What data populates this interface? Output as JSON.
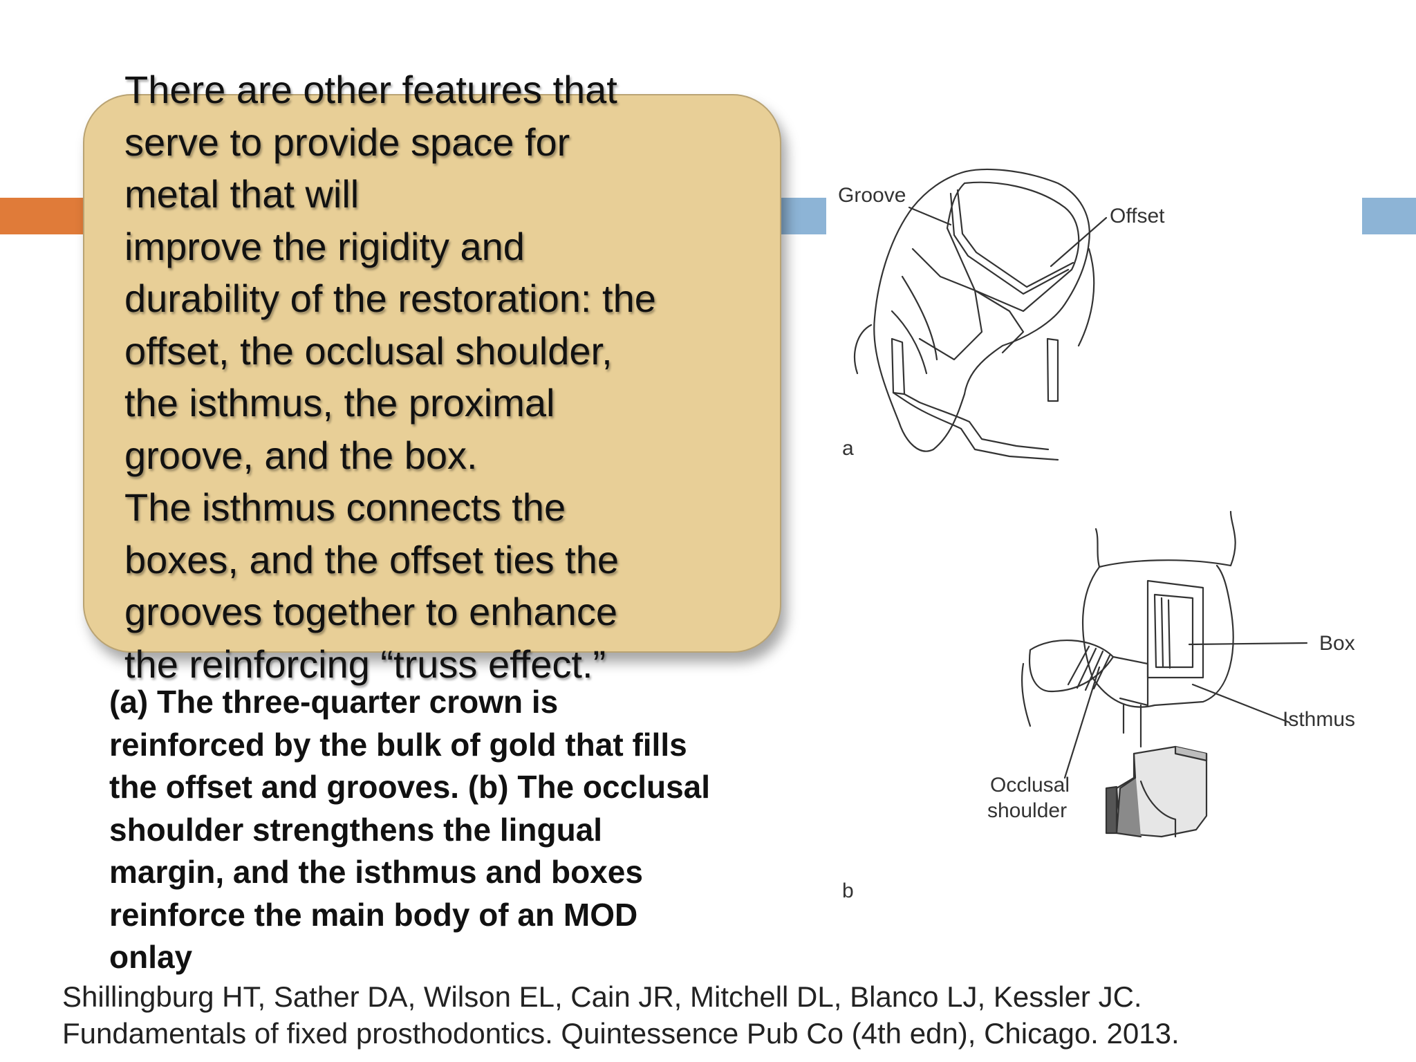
{
  "main_text": {
    "lines": [
      "There are other features that",
      "serve to provide space for",
      "metal that will",
      "improve the rigidity and",
      "durability of the restoration: the",
      "offset, the occlusal shoulder,",
      "the isthmus, the proximal",
      "groove, and the box.",
      "The isthmus connects the",
      "boxes, and the offset ties the",
      "grooves together to enhance",
      "the reinforcing “truss effect.”"
    ]
  },
  "caption": {
    "lines": [
      "(a) The three-quarter crown is",
      "reinforced by the bulk of gold that fills",
      "the offset and grooves. (b) The occlusal",
      "shoulder strengthens the lingual",
      "margin, and the isthmus and boxes",
      "reinforce the main body of an MOD",
      "onlay"
    ]
  },
  "reference": {
    "lines": [
      "Shillingburg HT, Sather DA, Wilson EL, Cain JR, Mitchell DL, Blanco LJ, Kessler JC.",
      "Fundamentals of fixed prosthodontics. Quintessence Pub Co (4th edn), Chicago. 2013."
    ]
  },
  "figure": {
    "label_groove": "Groove",
    "label_offset": "Offset",
    "label_a": "a",
    "label_box": "Box",
    "label_isthmus": "Isthmus",
    "label_occlusal": "Occlusal",
    "label_shoulder": "shoulder",
    "label_b": "b"
  },
  "colors": {
    "accent_orange": "#e07b39",
    "accent_blue": "#8db4d6",
    "callout_fill": "#e8cf97"
  }
}
